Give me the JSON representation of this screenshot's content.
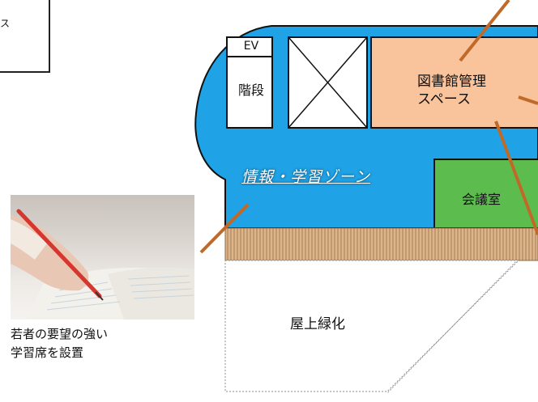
{
  "callout_top": {
    "text": "ス"
  },
  "rooms": {
    "ev": "EV",
    "stairs": "階段",
    "library_line1": "図書館管理",
    "library_line2": "スペース",
    "meeting": "会議室",
    "zone": "情報・学習ゾーン",
    "roof": "屋上緑化"
  },
  "caption": {
    "line1": "若者の要望の強い",
    "line2": "学習席を設置"
  },
  "colors": {
    "zone_blue": "#1fa3e6",
    "library_orange": "#f9c39c",
    "meeting_green": "#5cbd4e",
    "terrace_tan": "#dcb58d",
    "leader_line": "#c06a2a"
  }
}
